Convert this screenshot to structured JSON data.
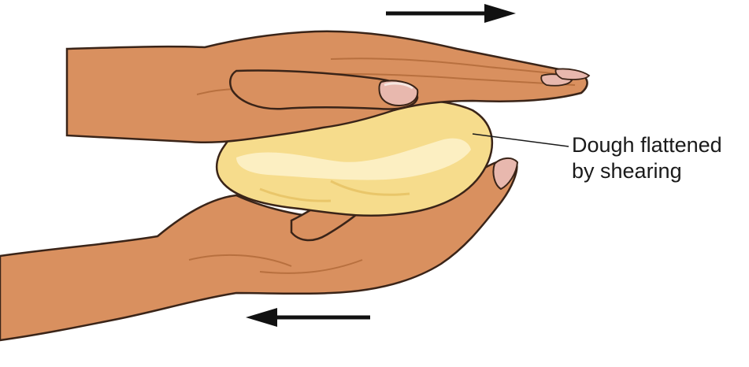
{
  "annotation": {
    "line1": "Dough flattened",
    "line2": "by shearing"
  },
  "colors": {
    "skin": "#d9905f",
    "skin_shadow": "#b8703f",
    "outline": "#3a2418",
    "nail": "#e8b8ae",
    "nail_tip": "#f6e6e0",
    "dough": "#f6dc8c",
    "dough_highlight": "#fdf1c8",
    "dough_shadow": "#e9c66a",
    "arrow": "#111111"
  },
  "arrows": [
    {
      "name": "top-arrow",
      "direction": "right"
    },
    {
      "name": "bottom-arrow",
      "direction": "left"
    }
  ]
}
